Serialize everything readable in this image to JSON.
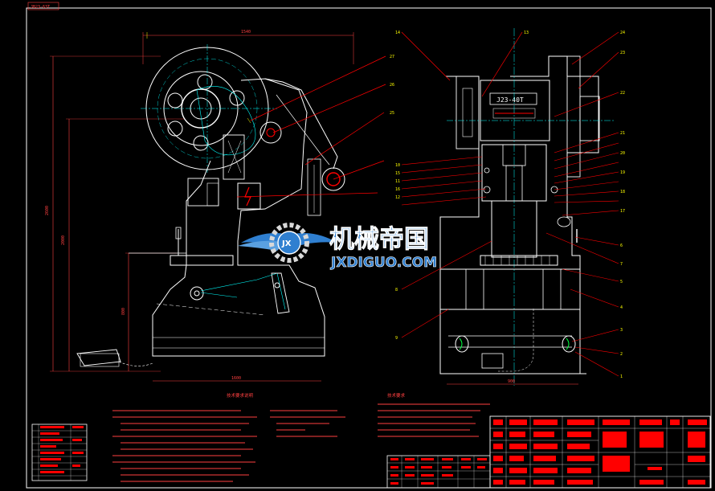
{
  "drawing": {
    "sheet_tag": "JB23-63T",
    "nameplate": "J23-40T",
    "dims": {
      "side_width": "1540",
      "overall_height": "2600",
      "frame_height": "2000",
      "table_height": "800",
      "side_base": "1600",
      "front_base": "900"
    },
    "notes_heading_left": "技术要求说明",
    "notes_heading_right": "技术要求",
    "callouts": [
      "26",
      "27",
      "25",
      "1",
      "2",
      "3",
      "4",
      "5",
      "6",
      "7",
      "8",
      "9",
      "10",
      "11",
      "12",
      "13",
      "14",
      "15",
      "16",
      "17",
      "18",
      "19",
      "20",
      "21",
      "22",
      "23",
      "24"
    ]
  },
  "watermark": {
    "cn": "机械帝国",
    "en": "JXDIGUO.COM",
    "badge": "JX"
  },
  "colors": {
    "background": "#000000",
    "outline": "#ffffff",
    "centerline": "#00ffff",
    "leader": "#ff0000",
    "dimension": "#ff4040",
    "annotation": "#ffff00",
    "title_block": "#ff0000",
    "watermark": "#2f7fd0"
  }
}
